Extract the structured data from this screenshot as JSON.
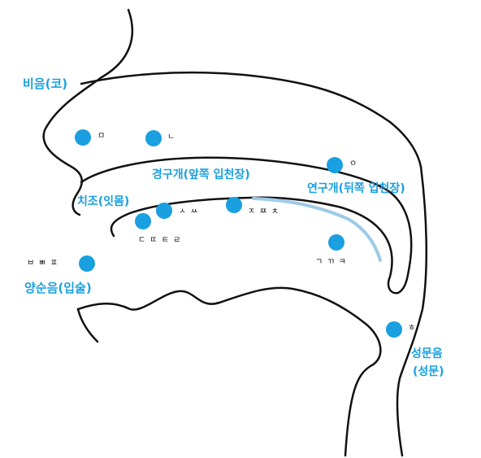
{
  "colors": {
    "label": "#1a9fe0",
    "dot": "#1a9fe0",
    "outline": "#111111",
    "velum_highlight": "#9dcbe6"
  },
  "labels": {
    "nasal": "비음(코)",
    "hard_palate": "경구개(앞쪽 입천장)",
    "soft_palate": "연구개(뒤쪽 입천장)",
    "alveolar_ridge": "치조(잇몸)",
    "labial": "양순음(입술)",
    "glottal_line1": "성문음",
    "glottal_line2": "(성문)"
  },
  "consonants": {
    "m": "ㅁ",
    "n": "ㄴ",
    "ng": "ㅇ",
    "s": "ㅅ ㅆ",
    "j": "ㅈ ㅉ ㅊ",
    "d": "ㄷ ㄸ ㅌ ㄹ",
    "g": "ㄱ ㄲ ㅋ",
    "b": "ㅂ ㅃ ㅍ",
    "h": "ㅎ"
  }
}
